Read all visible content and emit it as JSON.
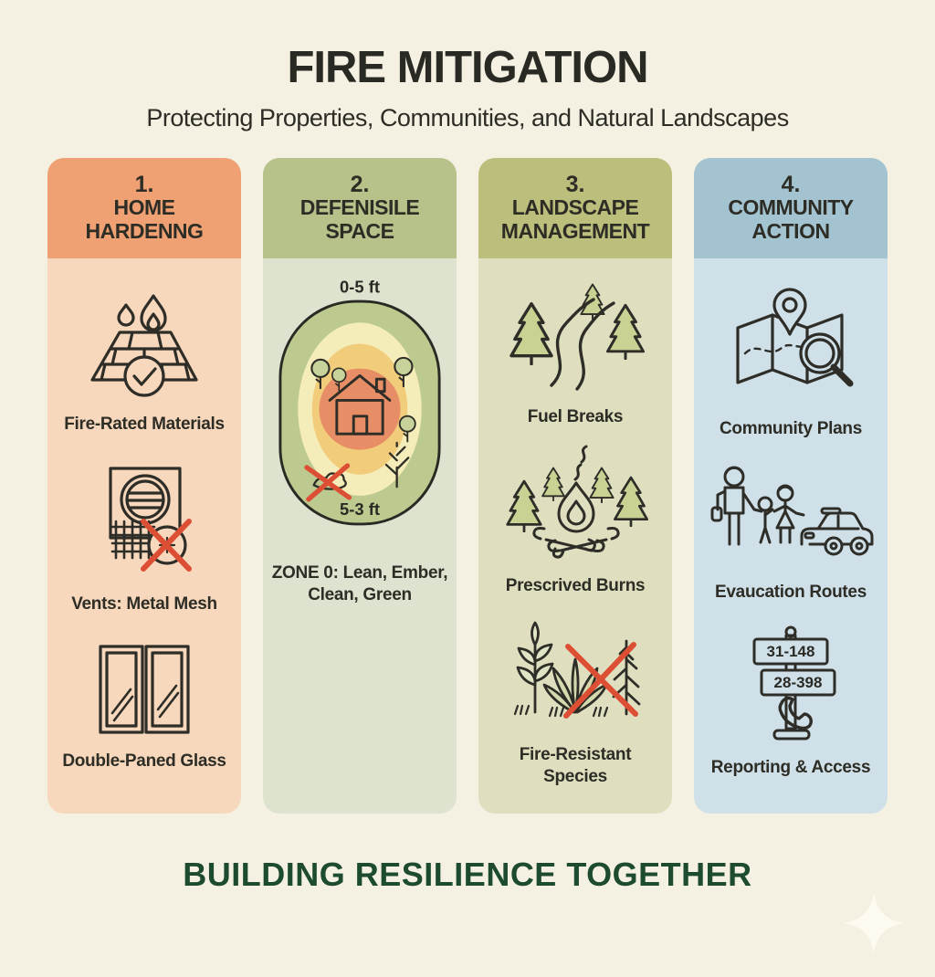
{
  "page": {
    "background_color": "#f5f1e2"
  },
  "header": {
    "title": "FIRE MITIGATION",
    "subtitle": "Protecting Properties, Communities, and Natural Landscapes"
  },
  "columns": [
    {
      "number": "1.",
      "title": "HOME HARDENNG",
      "header_color": "#efa173",
      "body_color": "#f7d8bc",
      "items": [
        {
          "icon": "fire-rated-wall-icon",
          "label": "Fire-Rated Materials"
        },
        {
          "icon": "vent-mesh-icon",
          "label": "Vents: Metal Mesh"
        },
        {
          "icon": "double-paned-window-icon",
          "label": "Double-Paned Glass"
        }
      ]
    },
    {
      "number": "2.",
      "title": "DEFENISILE SPACE",
      "header_color": "#b6c289",
      "body_color": "#dde3cf",
      "zone_diagram": {
        "top_label": "0-5 ft",
        "bottom_label": "5-3 ft",
        "caption": "ZONE 0: Lean, Ember, Clean, Green",
        "zone_colors": [
          "#bcc98f",
          "#f4edb9",
          "#f1cc7a",
          "#e78e66"
        ]
      }
    },
    {
      "number": "3.",
      "title": "LANDSCAPE MANAGEMENT",
      "header_color": "#bcbe7c",
      "body_color": "#dfdfc0",
      "items": [
        {
          "icon": "fuel-break-path-icon",
          "label": "Fuel Breaks"
        },
        {
          "icon": "prescribed-burn-campfire-icon",
          "label": "Prescrived Burns"
        },
        {
          "icon": "fire-resistant-plants-icon",
          "label": "Fire-Resistant Species"
        }
      ]
    },
    {
      "number": "4.",
      "title": "COMMUNITY ACTION",
      "header_color": "#a4c3d0",
      "body_color": "#cfe0e8",
      "items": [
        {
          "icon": "community-map-magnifier-icon",
          "label": "Community Plans"
        },
        {
          "icon": "evacuation-family-car-icon",
          "label": "Evaucation Routes"
        },
        {
          "icon": "signpost-phone-icon",
          "label": "Reporting & Access",
          "sign_top": "31-148",
          "sign_bottom": "28-398"
        }
      ]
    }
  ],
  "footer": {
    "tagline": "BUILDING RESILIENCE TOGETHER",
    "accent_color": "#1d4b2f"
  }
}
